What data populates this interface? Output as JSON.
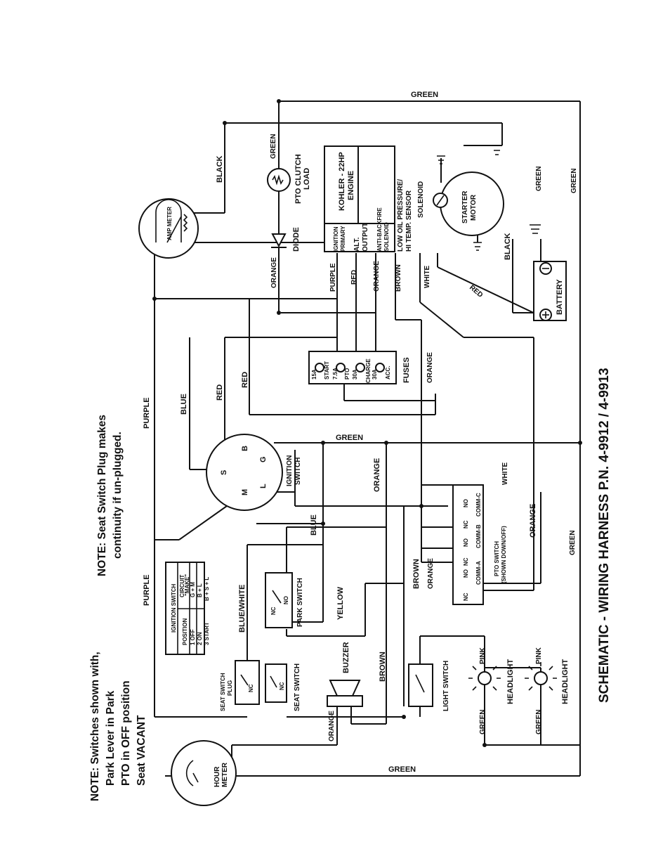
{
  "title": "SCHEMATIC - WIRING HARNESS P.N. 4-9912 / 4-9913",
  "notes": {
    "switches": [
      "NOTE: Switches shown with,",
      "Park Lever in Park",
      "PTO in OFF position",
      "Seat VACANT"
    ],
    "seat_plug": [
      "NOTE: Seat Switch Plug makes",
      "continuity if un-plugged."
    ]
  },
  "ignition_table": {
    "header": "IGNITION SWITCH",
    "col_position": "POSITION",
    "col_circuit": [
      "CIRCUIT",
      "\"MAKE\""
    ],
    "rows": [
      {
        "position": "1 OFF",
        "circuit": "G + M"
      },
      {
        "position": "2 ON",
        "circuit": "B + L"
      },
      {
        "position": "3 START",
        "circuit": "B + S + L"
      }
    ]
  },
  "components": {
    "amp_meter": "AMP METER",
    "hour_meter": [
      "HOUR",
      "METER"
    ],
    "diode": "DIODE",
    "pto_clutch": [
      "PTO CLUTCH",
      "LOAD"
    ],
    "engine": [
      "KOHLER - 22HP",
      "ENGINE"
    ],
    "engine_terms": [
      [
        "IGNITION",
        "PRIMARY"
      ],
      [
        "ALT.",
        "OUTPUT"
      ],
      [
        "ANTI-BACKFIRE",
        "SOLENOID"
      ],
      [
        "LOW OIL PRESSURE/",
        "HI TEMP. SENSOR"
      ]
    ],
    "solenoid": "SOLENOID",
    "starter": [
      "STARTER",
      "MOTOR"
    ],
    "battery": "BATTERY",
    "fuses": "FUSES",
    "fuse_list": [
      [
        "15A",
        "START"
      ],
      [
        "7.5A",
        "PTO"
      ],
      [
        "30A",
        "CHARGE"
      ],
      [
        "30A",
        "ACC."
      ]
    ],
    "ignition_switch": [
      "IGNITION",
      "SWITCH"
    ],
    "ign_terms": [
      "B",
      "S",
      "G",
      "M",
      "L"
    ],
    "park_switch": "PARK SWITCH",
    "pto_switch": [
      "PTO SWITCH",
      "(SHOWN DOWN/OFF)"
    ],
    "pto_terms": [
      "NC",
      "NO",
      "COMM-A",
      "NC",
      "NO",
      "COMM-B",
      "NC",
      "NO",
      "COMM-C"
    ],
    "seat_switch_plug": [
      "SEAT SWITCH",
      "PLUG"
    ],
    "seat_switch": "SEAT SWITCH",
    "buzzer": "BUZZER",
    "light_switch": "LIGHT SWITCH",
    "headlight": "HEADLIGHT",
    "nc": "NC",
    "no": "NO"
  },
  "wires": {
    "green": "GREEN",
    "black": "BLACK",
    "orange": "ORANGE",
    "purple": "PURPLE",
    "red": "RED",
    "brown": "BROWN",
    "white": "WHITE",
    "blue": "BLUE",
    "blue_white": "BLUE/WHITE",
    "yellow": "YELLOW",
    "pink": "PINK"
  }
}
